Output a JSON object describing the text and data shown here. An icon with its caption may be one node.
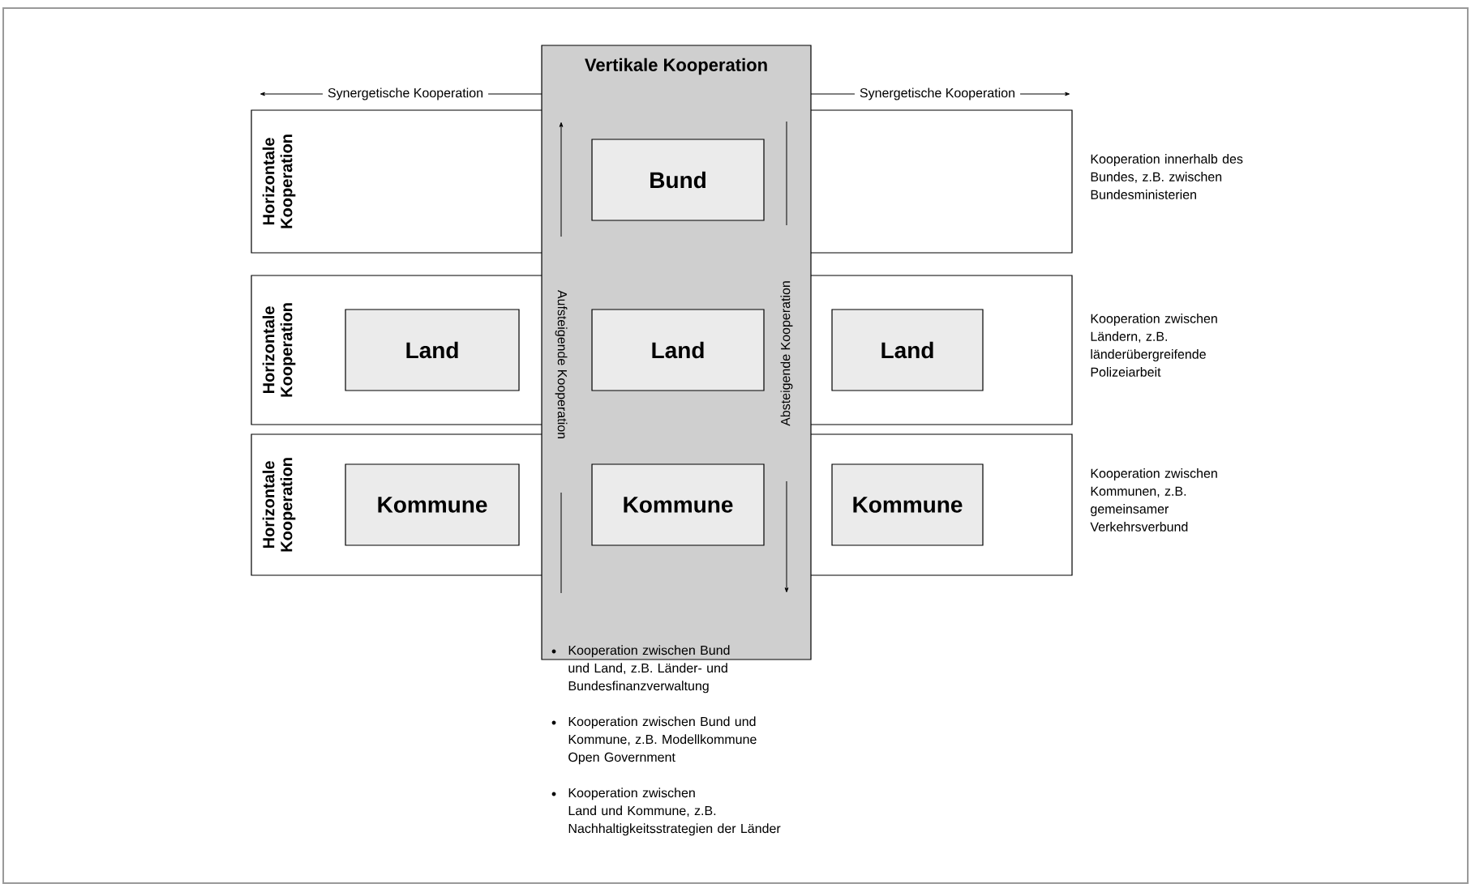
{
  "diagram": {
    "nodes": [
      {
        "text": [
          "Vertikale Kooperation"
        ]
      },
      {
        "text": [
          "Horizontale Kooperation"
        ],
        "beside": [
          "Kooperation innerhalb des Bundes, z.B. zwischen Bundesministerien"
        ]
      },
      {
        "text": [
          "Bund"
        ]
      },
      {
        "text": [
          "Horizontale Kooperation"
        ],
        "beside": [
          "Kooperation zwischen Ländern, z.B. länderübergreifende Polizeiarbeit"
        ]
      },
      {
        "text": [
          "Land"
        ],
        "in": 3
      },
      {
        "text": [
          "Land"
        ]
      },
      {
        "text": [
          "Land"
        ],
        "in": 3
      },
      {
        "text": [
          "Horizontale Kooperation"
        ],
        "beside": [
          "Kooperation zwischen Kommunen, z.B. gemeinsamer Verkehrsverbund"
        ]
      },
      {
        "text": [
          "Kommune"
        ],
        "in": 7
      },
      {
        "text": [
          "Kommune"
        ]
      },
      {
        "text": [
          "Kommune"
        ],
        "in": 7
      }
    ],
    "labels": [
      "Synergetische Kooperation",
      "Synergetische Kooperation",
      "Aufsteigende Kooperation",
      "Absteigende Kooperation",
      "Kooperation zwischen Bund und Land, z.B. Länder- und Bundesfinanzverwaltung",
      "Kooperation zwischen Bund und Kommune, z.B. Modellkommune Open Government",
      "Kooperation zwischen Land und Kommune, z.B. Nachhaltigkeitsstrategien der Länder"
    ]
  }
}
